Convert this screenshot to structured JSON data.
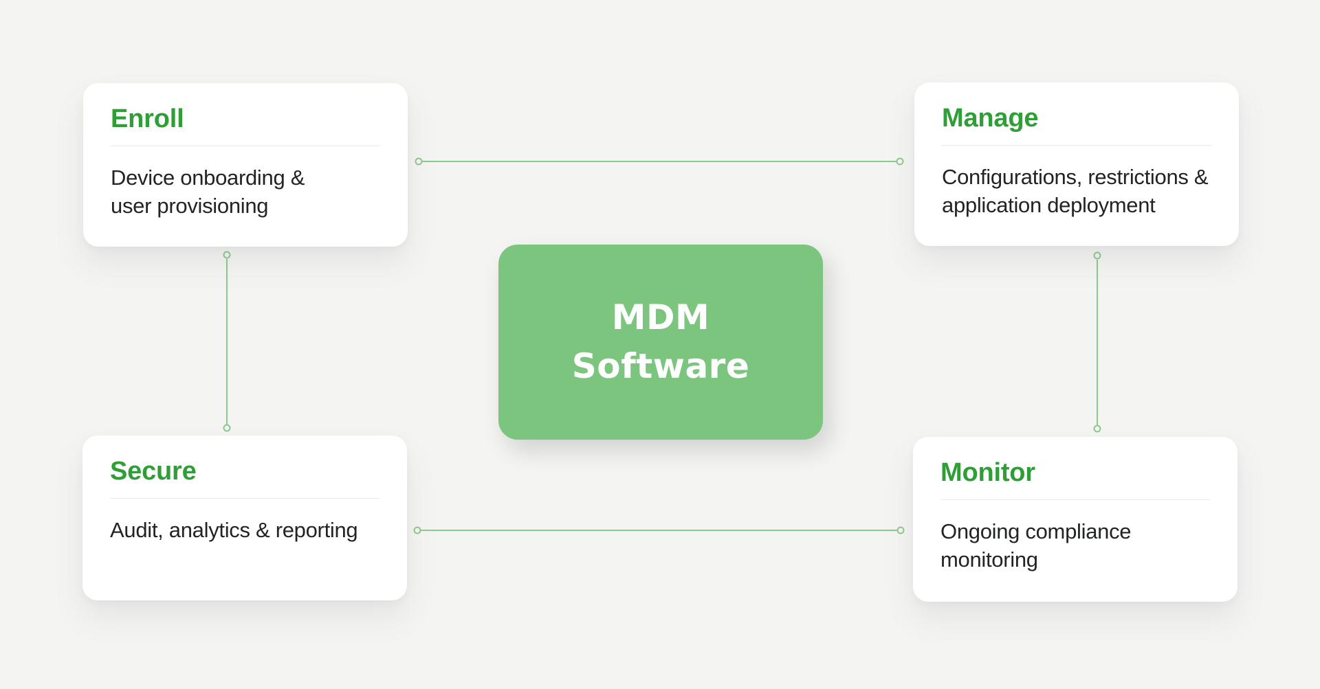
{
  "center": {
    "label": "MDM\nSoftware"
  },
  "cards": [
    {
      "id": "enroll",
      "title": "Enroll",
      "description": "Device onboarding &\nuser provisioning"
    },
    {
      "id": "manage",
      "title": "Manage",
      "description": "Configurations, restrictions &\napplication deployment"
    },
    {
      "id": "secure",
      "title": "Secure",
      "description": "Audit, analytics & reporting"
    },
    {
      "id": "monitor",
      "title": "Monitor",
      "description": "Ongoing compliance\nmonitoring"
    }
  ],
  "theme": {
    "background": "#F4F4F3",
    "card_bg": "#FFFFFF",
    "accent_green": "#2F9E36",
    "box_green": "#7CC57E",
    "line_green": "#8CC98E",
    "divider": "#E9E9E9",
    "text_dark": "#212325",
    "center_text": "#FFFFFF"
  }
}
